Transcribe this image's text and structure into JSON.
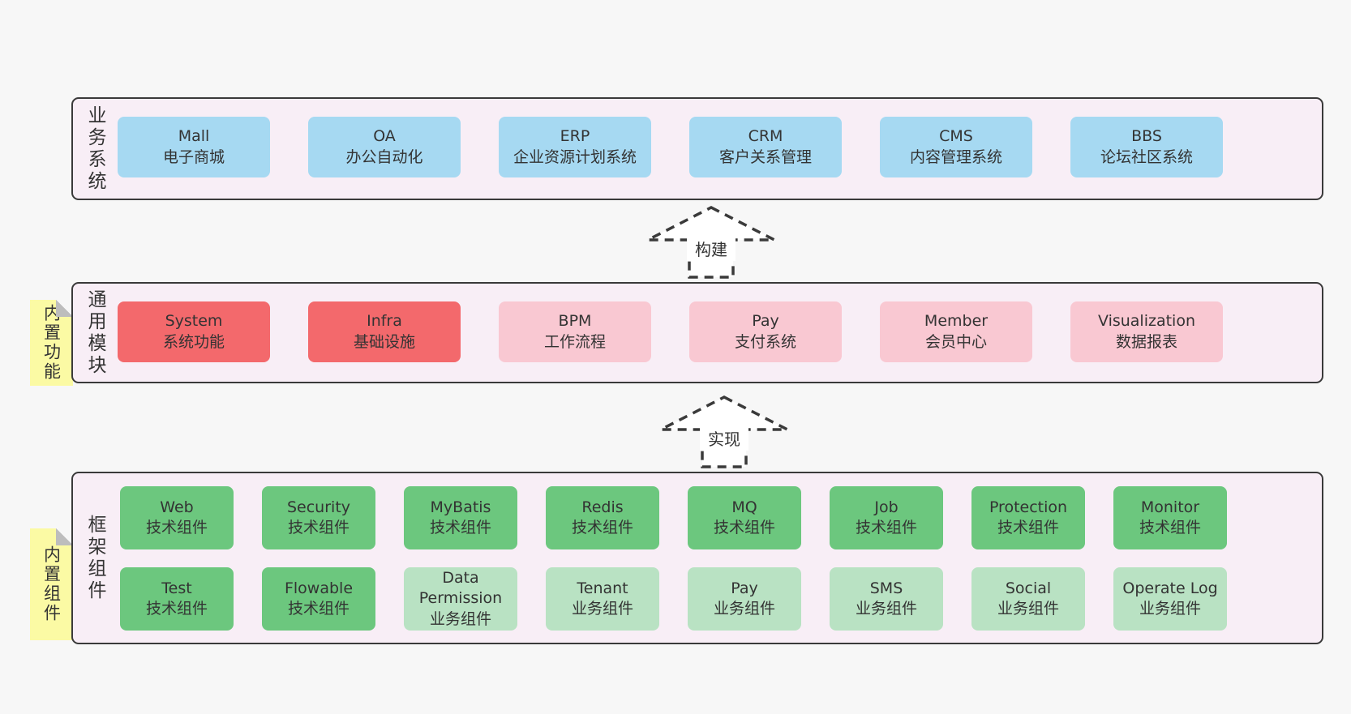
{
  "diagram": {
    "title": "layered architecture diagram",
    "colors": {
      "page_bg": "#f7f7f7",
      "band_bg": "#f8eef6",
      "band_border": "#3a3a3a",
      "blue_box": "#a6d9f2",
      "red_box": "#f3696c",
      "pink_box": "#f9c8d2",
      "green_box": "#6cc77e",
      "light_green_box": "#b9e2c3",
      "note_yellow": "#fbfaa4",
      "text": "#333333"
    },
    "bands": [
      {
        "label": "业务系统",
        "boxes": [
          {
            "name": "Mall",
            "subtitle": "电子商城",
            "type": "blue"
          },
          {
            "name": "OA",
            "subtitle": "办公自动化",
            "type": "blue"
          },
          {
            "name": "ERP",
            "subtitle": "企业资源计划系统",
            "type": "blue"
          },
          {
            "name": "CRM",
            "subtitle": "客户关系管理",
            "type": "blue"
          },
          {
            "name": "CMS",
            "subtitle": "内容管理系统",
            "type": "blue"
          },
          {
            "name": "BBS",
            "subtitle": "论坛社区系统",
            "type": "blue"
          }
        ]
      },
      {
        "label": "通用模块",
        "note": "内置功能",
        "boxes": [
          {
            "name": "System",
            "subtitle": "系统功能",
            "type": "red"
          },
          {
            "name": "Infra",
            "subtitle": "基础设施",
            "type": "red"
          },
          {
            "name": "BPM",
            "subtitle": "工作流程",
            "type": "pink"
          },
          {
            "name": "Pay",
            "subtitle": "支付系统",
            "type": "pink"
          },
          {
            "name": "Member",
            "subtitle": "会员中心",
            "type": "pink"
          },
          {
            "name": "Visualization",
            "subtitle": "数据报表",
            "type": "pink"
          }
        ]
      },
      {
        "label": "框架组件",
        "note": "内置组件",
        "rows": [
          [
            {
              "name": "Web",
              "subtitle": "技术组件",
              "type": "green"
            },
            {
              "name": "Security",
              "subtitle": "技术组件",
              "type": "green"
            },
            {
              "name": "MyBatis",
              "subtitle": "技术组件",
              "type": "green"
            },
            {
              "name": "Redis",
              "subtitle": "技术组件",
              "type": "green"
            },
            {
              "name": "MQ",
              "subtitle": "技术组件",
              "type": "green"
            },
            {
              "name": "Job",
              "subtitle": "技术组件",
              "type": "green"
            },
            {
              "name": "Protection",
              "subtitle": "技术组件",
              "type": "green"
            },
            {
              "name": "Monitor",
              "subtitle": "技术组件",
              "type": "green"
            }
          ],
          [
            {
              "name": "Test",
              "subtitle": "技术组件",
              "type": "green"
            },
            {
              "name": "Flowable",
              "subtitle": "技术组件",
              "type": "green"
            },
            {
              "name": "Data Permission",
              "subtitle": "业务组件",
              "type": "light_green"
            },
            {
              "name": "Tenant",
              "subtitle": "业务组件",
              "type": "light_green"
            },
            {
              "name": "Pay",
              "subtitle": "业务组件",
              "type": "light_green"
            },
            {
              "name": "SMS",
              "subtitle": "业务组件",
              "type": "light_green"
            },
            {
              "name": "Social",
              "subtitle": "业务组件",
              "type": "light_green"
            },
            {
              "name": "Operate Log",
              "subtitle": "业务组件",
              "type": "light_green"
            }
          ]
        ]
      }
    ],
    "arrows": [
      {
        "label": "构建"
      },
      {
        "label": "实现"
      }
    ]
  }
}
